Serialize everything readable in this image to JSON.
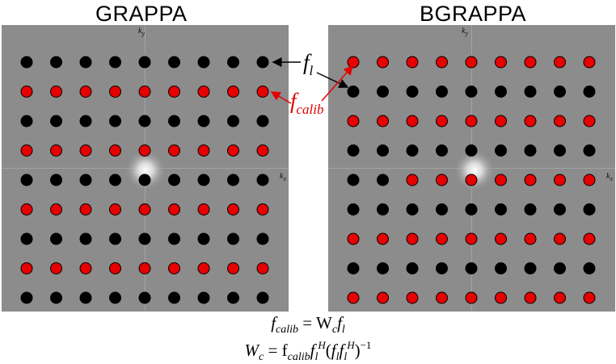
{
  "titles": {
    "left": "GRAPPA",
    "right": "BGRAPPA"
  },
  "axes": {
    "ky": "k",
    "ky_sub": "y",
    "kx": "k",
    "kx_sub": "x"
  },
  "annotations": {
    "fl": "f",
    "fl_sub": "l",
    "fcalib": "f",
    "fcalib_sub": "calib"
  },
  "colors": {
    "calib": "#e60000",
    "acquired": "#000000",
    "panel_bg": "#8c8c8c"
  },
  "grid": {
    "rows": 9,
    "cols": 9
  },
  "grappa_row_colors": [
    "black",
    "red",
    "black",
    "red",
    "black",
    "red",
    "black",
    "red",
    "black"
  ],
  "bgrappa_row_colors": [
    "red",
    "black",
    "red",
    "black",
    "red",
    "black",
    "red",
    "black",
    "red"
  ],
  "bgrappa_center_row": 4,
  "bgrappa_center_black_cols": [
    0,
    1
  ],
  "equations": {
    "eq1": {
      "lhs": "f",
      "lhs_sub": "calib",
      "eq": " = W",
      "w_sub": "c",
      "rhs": "f",
      "rhs_sub": "l"
    },
    "eq2": {
      "lhs": "W",
      "lhs_sub": "c",
      "eq": " = f",
      "f_sub": "calib",
      "f2": "f",
      "f2_sub": "l",
      "f2_sup": "H",
      "paren_open": "(",
      "f3": "f",
      "f3_sub": "l",
      "f4": "f",
      "f4_sub": "l",
      "f4_sup": "H",
      "paren_close": ")",
      "inv": "−1"
    }
  }
}
